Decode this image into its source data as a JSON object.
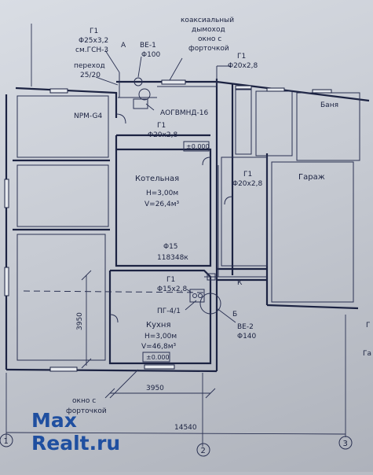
{
  "plan": {
    "labels": {
      "g1_top": "Г1",
      "g1_top_dia": "Φ25x3,2",
      "g1_top_std": "см.ГСН-3",
      "a_mark": "А",
      "ve1": "ВЕ-1",
      "ve1_dia": "Φ100",
      "coax_1": "коаксиальный",
      "coax_2": "дымоход",
      "coax_3": "окно с",
      "coax_4": "форточкой",
      "transition_1": "переход",
      "transition_2": "25/20",
      "g1_right_top": "Г1",
      "g1_right_top_dia": "Φ20x2,8",
      "meter": "NPM-G4",
      "boiler": "АОГВМНД-16",
      "g1_mid": "Г1",
      "g1_mid_dia": "Φ20x2,8",
      "level_top": "±0.000",
      "boiler_room": "Котельная",
      "boiler_room_h": "H=3,00м",
      "boiler_room_v": "V=26,4м³",
      "g1_garage": "Г1",
      "g1_garage_dia": "Φ20x2,8",
      "garage": "Гараж",
      "bath": "Баня",
      "d15": "Φ15",
      "code": "118348к",
      "g1_low": "Г1",
      "g1_low_dia": "Φ15x2,8",
      "k_mark": "К",
      "stove": "ПГ-4/1",
      "b_mark": "Б",
      "ve2": "ВЕ-2",
      "ve2_dia": "Φ140",
      "kitchen": "Кухня",
      "kitchen_h": "H=3,00м",
      "kitchen_v": "V=46,8м³",
      "level_bottom": "±0.000",
      "dim_vertical": "3950",
      "dim_horizontal": "3950",
      "window_note_1": "окно с",
      "window_note_2": "форточкой",
      "dim_total": "14540",
      "axis_1": "1",
      "axis_2": "2",
      "axis_3": "3",
      "edge_right_1": "Г",
      "edge_right_2": "Га"
    },
    "watermark": {
      "part1": "Max",
      "part2": "Realt.ru"
    },
    "colors": {
      "ink": "#1b2240",
      "watermark_blue": "#1f4fa0",
      "watermark_red": "#c0392b"
    }
  }
}
